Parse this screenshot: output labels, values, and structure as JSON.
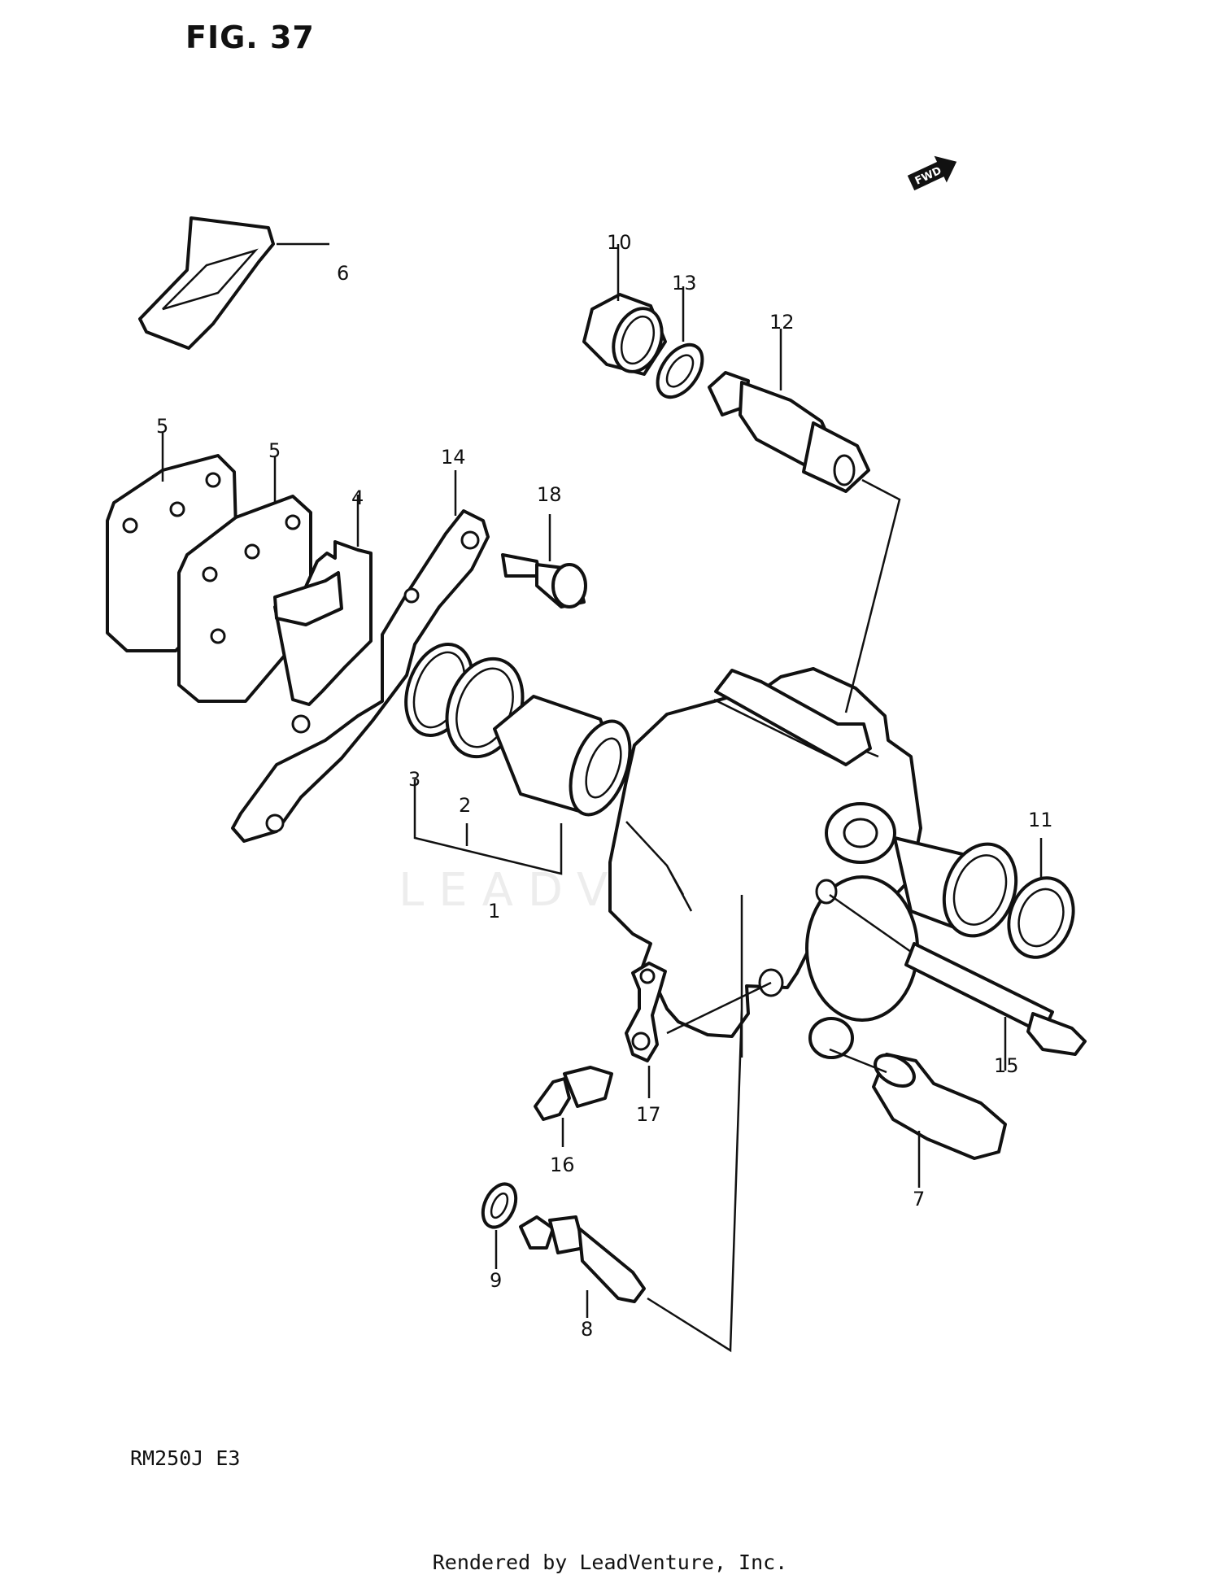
{
  "figure": {
    "title": "FIG. 37",
    "model": "RM250J  E3"
  },
  "direction_marker": {
    "label": "FWD"
  },
  "watermark": {
    "text": "LEADVENTURE"
  },
  "footer": {
    "rendered_by": "Rendered by LeadVenture, Inc."
  },
  "callouts": {
    "c1": "1",
    "c2": "2",
    "c3": "3",
    "c4": "4",
    "c5a": "5",
    "c5b": "5",
    "c6": "6",
    "c7": "7",
    "c8": "8",
    "c9": "9",
    "c10": "10",
    "c11": "11",
    "c12": "12",
    "c13": "13",
    "c14": "14",
    "c15": "15",
    "c16": "16",
    "c17": "17",
    "c18": "18"
  }
}
